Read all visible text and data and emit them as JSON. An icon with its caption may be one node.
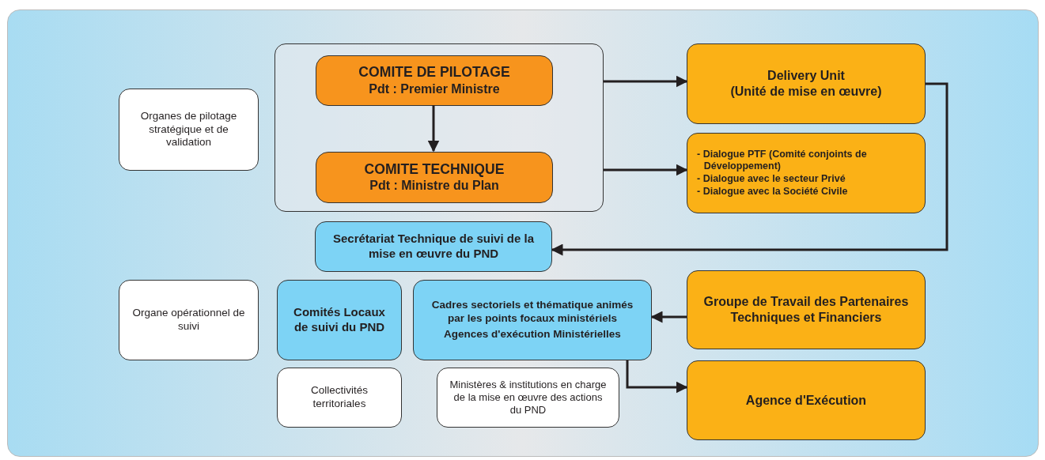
{
  "diagram": {
    "nodes": [
      {
        "text": [],
        "shape": "box"
      },
      {
        "text": [
          "COMITE DE PILOTAGE",
          "Pdt : Premier Ministre"
        ],
        "in": 0
      },
      {
        "text": [
          "COMITE TECHNIQUE",
          "Pdt : Ministre du Plan"
        ],
        "in": 0
      },
      {
        "text": [
          "Organes de pilotage stratégique et de validation"
        ]
      },
      {
        "text": [
          "Delivery Unit",
          "(Unité de mise en œuvre)"
        ]
      },
      {
        "text": [
          "- Dialogue PTF (Comité conjoints de Développement)",
          "- Dialogue avec le secteur Privé",
          "- Dialogue avec la Société Civile"
        ]
      },
      {
        "text": [
          "Secrétariat Technique de suivi de la mise en œuvre du PND"
        ]
      },
      {
        "text": [
          "Organe opérationnel de suivi"
        ]
      },
      {
        "text": [
          "Comités Locaux de suivi du PND"
        ]
      },
      {
        "text": [
          "Cadres sectoriels et thématique animés par les points focaux ministériels",
          "Agences d'exécution Ministérielles"
        ]
      },
      {
        "text": [
          "Groupe de Travail des Partenaires Techniques et Financiers"
        ]
      },
      {
        "text": [
          "Collectivités territoriales"
        ]
      },
      {
        "text": [
          "Ministères & institutions en charge de la mise en œuvre des actions du PND"
        ]
      },
      {
        "text": [
          "Agence d'Exécution"
        ]
      }
    ],
    "edges": [
      {
        "from": 1,
        "to": 2,
        "arrow": "to"
      },
      {
        "from": 0,
        "to": 4,
        "arrow": "to"
      },
      {
        "from": 0,
        "to": 5,
        "arrow": "to"
      },
      {
        "from": 4,
        "to": 6,
        "arrow": "to"
      },
      {
        "from": 10,
        "to": 9,
        "arrow": "to"
      },
      {
        "from": 9,
        "to": 13,
        "arrow": "to"
      }
    ]
  }
}
